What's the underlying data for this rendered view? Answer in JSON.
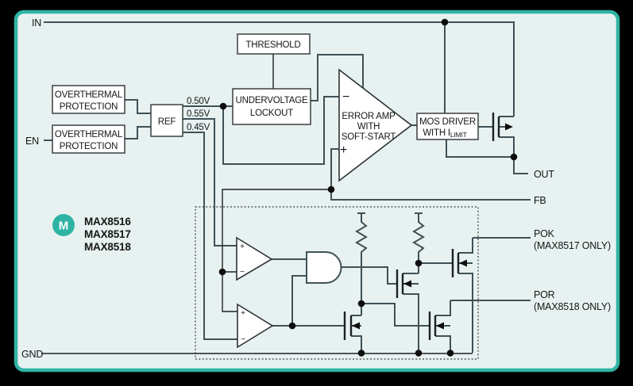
{
  "labels": {
    "in": "IN",
    "en": "EN",
    "gnd": "GND",
    "out": "OUT",
    "fb": "FB",
    "pok": "POK",
    "pok_note": "(MAX8517 ONLY)",
    "por": "POR",
    "por_note": "(MAX8518 ONLY)"
  },
  "blocks": {
    "threshold": "THRESHOLD",
    "uvlo1": "UNDERVOLTAGE",
    "uvlo2": "LOCKOUT",
    "otp1": "OVERTHERMAL",
    "otp2": "PROTECTION",
    "ref": "REF",
    "ea1": "ERROR AMP",
    "ea2": "WITH",
    "ea3": "SOFT-START",
    "mos1": "MOS DRIVER",
    "mos2": "WITH I",
    "mos2sub": "LIMIT"
  },
  "references": {
    "v50": "0.50V",
    "v55": "0.55V",
    "v45": "0.45V"
  },
  "signs": {
    "plus": "+",
    "minus": "−"
  },
  "models": {
    "m1": "MAX8516",
    "m2": "MAX8517",
    "m3": "MAX8518"
  },
  "logo": {
    "letter": "M"
  },
  "colors": {
    "accent_teal": "#2fb4a4",
    "panel_bg": "#e7f1f0",
    "outer_bg": "#000000",
    "wire": "#3f5156",
    "text": "#161616"
  }
}
